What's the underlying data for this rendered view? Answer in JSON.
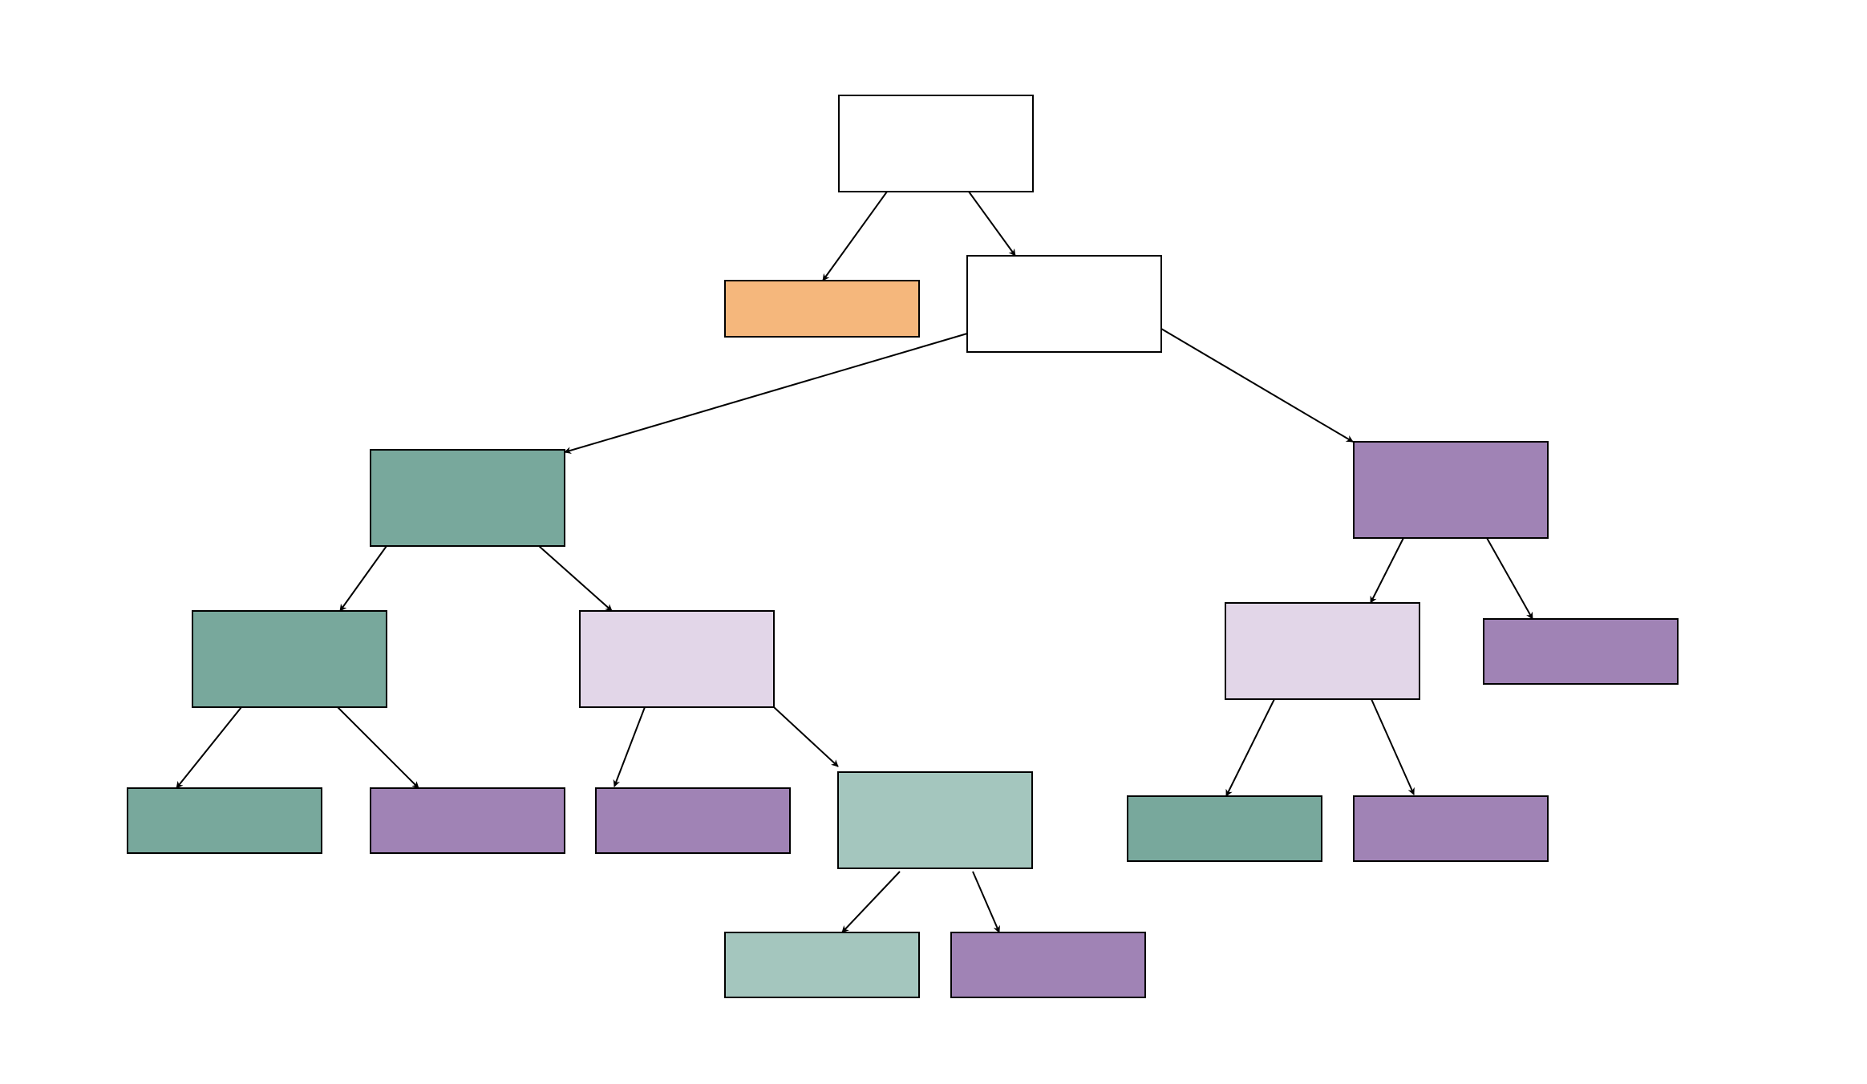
{
  "palette": {
    "white": "#ffffff",
    "orange": "#f5b77c",
    "teal": "#78a89c",
    "light_teal": "#a4c6be",
    "purple": "#a083b5",
    "lavender": "#e2d6e8",
    "stroke": "#000000"
  },
  "nodes": [
    {
      "id": "root",
      "color": "white"
    },
    {
      "id": "root-left-leaf",
      "color": "orange"
    },
    {
      "id": "split-1",
      "color": "white"
    },
    {
      "id": "teal-parent",
      "color": "teal"
    },
    {
      "id": "teal-child",
      "color": "teal"
    },
    {
      "id": "lavender-left",
      "color": "lavender"
    },
    {
      "id": "leaf-teal-1",
      "color": "teal"
    },
    {
      "id": "leaf-purple-1",
      "color": "purple"
    },
    {
      "id": "leaf-purple-2",
      "color": "purple"
    },
    {
      "id": "light-teal-parent",
      "color": "light_teal"
    },
    {
      "id": "leaf-light-teal",
      "color": "light_teal"
    },
    {
      "id": "leaf-purple-3",
      "color": "purple"
    },
    {
      "id": "purple-parent",
      "color": "purple"
    },
    {
      "id": "lavender-right",
      "color": "lavender"
    },
    {
      "id": "leaf-purple-4",
      "color": "purple"
    },
    {
      "id": "leaf-teal-2",
      "color": "teal"
    },
    {
      "id": "leaf-purple-5",
      "color": "purple"
    }
  ],
  "edges": [
    {
      "from": "root",
      "to": "root-left-leaf"
    },
    {
      "from": "root",
      "to": "split-1"
    },
    {
      "from": "split-1",
      "to": "teal-parent"
    },
    {
      "from": "split-1",
      "to": "purple-parent"
    },
    {
      "from": "teal-parent",
      "to": "teal-child"
    },
    {
      "from": "teal-parent",
      "to": "lavender-left"
    },
    {
      "from": "teal-child",
      "to": "leaf-teal-1"
    },
    {
      "from": "teal-child",
      "to": "leaf-purple-1"
    },
    {
      "from": "lavender-left",
      "to": "leaf-purple-2"
    },
    {
      "from": "lavender-left",
      "to": "light-teal-parent"
    },
    {
      "from": "light-teal-parent",
      "to": "leaf-light-teal"
    },
    {
      "from": "light-teal-parent",
      "to": "leaf-purple-3"
    },
    {
      "from": "purple-parent",
      "to": "lavender-right"
    },
    {
      "from": "purple-parent",
      "to": "leaf-purple-4"
    },
    {
      "from": "lavender-right",
      "to": "leaf-teal-2"
    },
    {
      "from": "lavender-right",
      "to": "leaf-purple-5"
    }
  ]
}
